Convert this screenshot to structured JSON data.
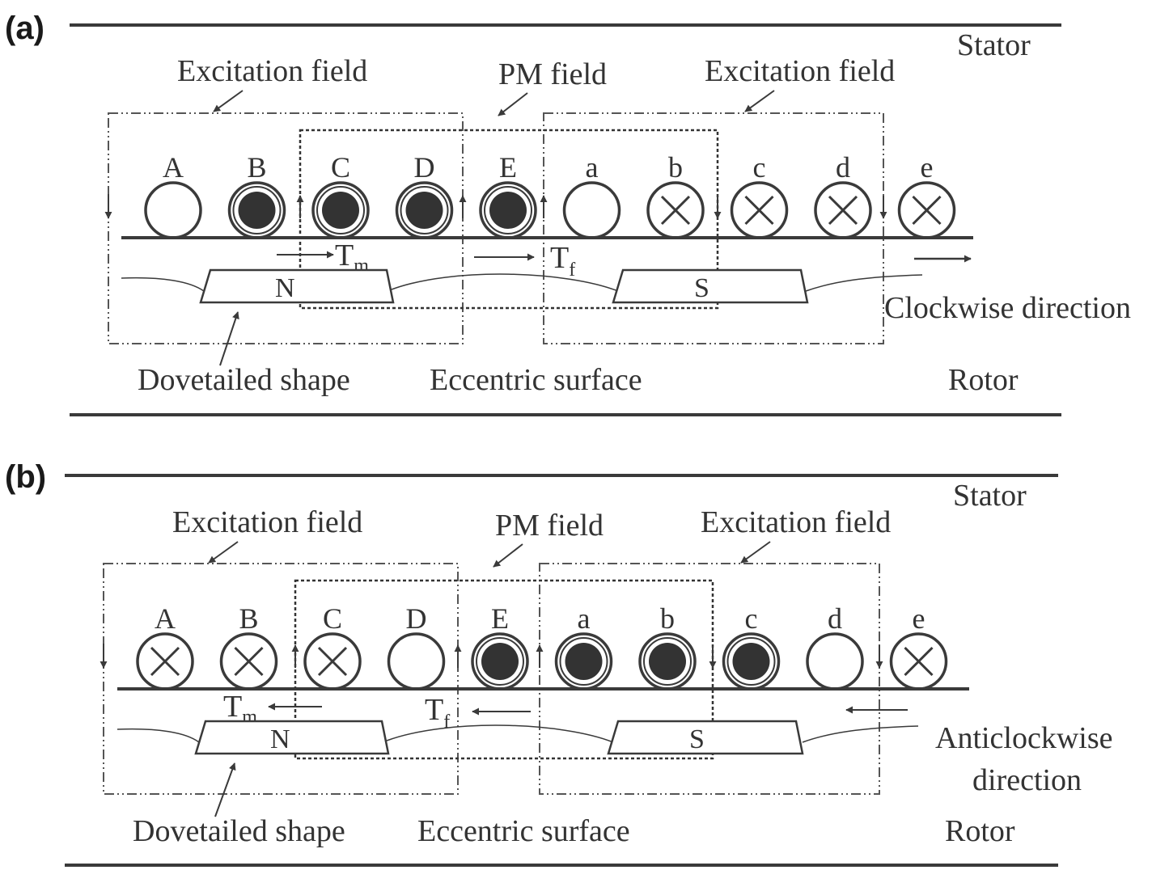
{
  "panels": [
    {
      "label": "(a)",
      "stator": "Stator",
      "rotor": "Rotor",
      "excitation_left": "Excitation field",
      "pm_field": "PM field",
      "excitation_right": "Excitation field",
      "coils": [
        {
          "label": "A",
          "state": "empty"
        },
        {
          "label": "B",
          "state": "dot"
        },
        {
          "label": "C",
          "state": "dot"
        },
        {
          "label": "D",
          "state": "dot"
        },
        {
          "label": "E",
          "state": "dot"
        },
        {
          "label": "a",
          "state": "empty"
        },
        {
          "label": "b",
          "state": "cross"
        },
        {
          "label": "c",
          "state": "cross"
        },
        {
          "label": "d",
          "state": "cross"
        },
        {
          "label": "e",
          "state": "cross"
        }
      ],
      "tm": "T",
      "tm_sub": "m",
      "tf": "T",
      "tf_sub": "f",
      "pole_n": "N",
      "pole_s": "S",
      "direction_line1": "Clockwise direction",
      "direction_line2": "",
      "dovetail": "Dovetailed shape",
      "eccentric": "Eccentric surface"
    },
    {
      "label": "(b)",
      "stator": "Stator",
      "rotor": "Rotor",
      "excitation_left": "Excitation field",
      "pm_field": "PM field",
      "excitation_right": "Excitation field",
      "coils": [
        {
          "label": "A",
          "state": "cross"
        },
        {
          "label": "B",
          "state": "cross"
        },
        {
          "label": "C",
          "state": "cross"
        },
        {
          "label": "D",
          "state": "empty"
        },
        {
          "label": "E",
          "state": "dot"
        },
        {
          "label": "a",
          "state": "dot"
        },
        {
          "label": "b",
          "state": "dot"
        },
        {
          "label": "c",
          "state": "dot"
        },
        {
          "label": "d",
          "state": "empty"
        },
        {
          "label": "e",
          "state": "cross"
        }
      ],
      "tm": "T",
      "tm_sub": "m",
      "tf": "T",
      "tf_sub": "f",
      "pole_n": "N",
      "pole_s": "S",
      "direction_line1": "Anticlockwise",
      "direction_line2": "direction",
      "dovetail": "Dovetailed shape",
      "eccentric": "Eccentric surface"
    }
  ]
}
